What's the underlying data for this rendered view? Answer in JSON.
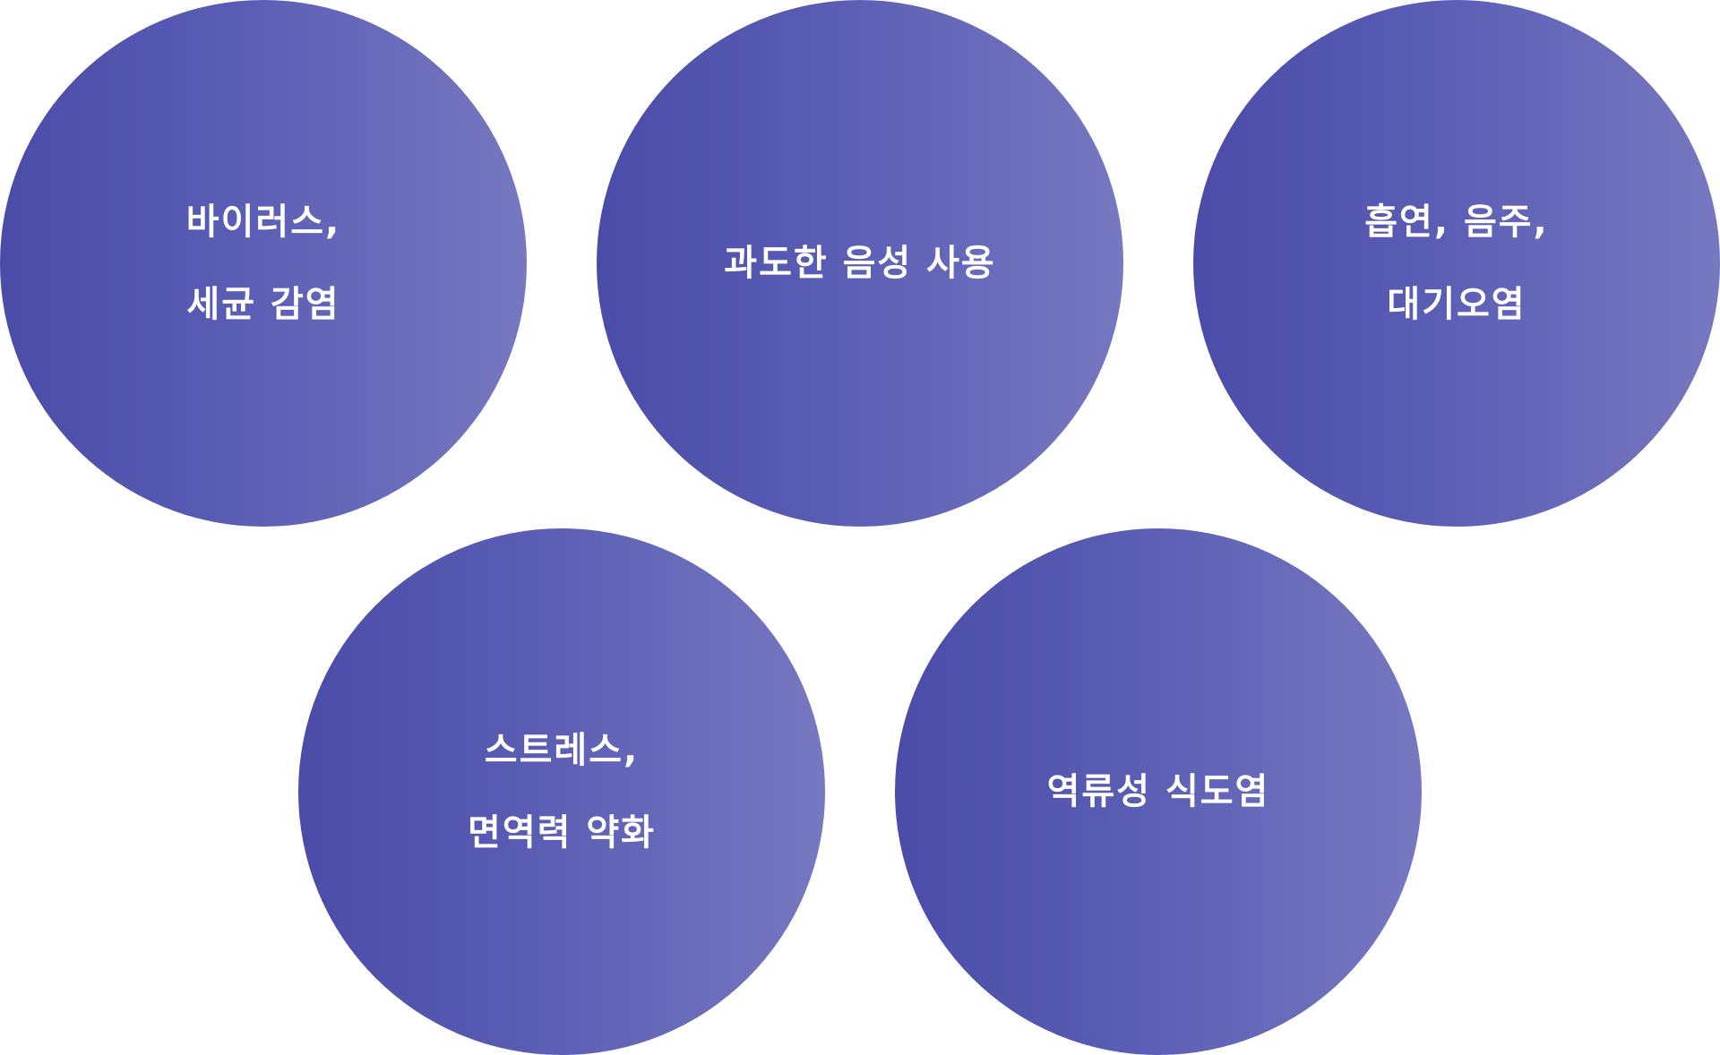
{
  "causes": [
    {
      "lines": [
        "바이러스,",
        "세균 감염"
      ]
    },
    {
      "lines": [
        "과도한 음성 사용"
      ]
    },
    {
      "lines": [
        "흡연, 음주,",
        "대기오염"
      ]
    },
    {
      "lines": [
        "스트레스,",
        "면역력 약화"
      ]
    },
    {
      "lines": [
        "역류성 식도염"
      ]
    }
  ],
  "colors": {
    "circle_gradient_start": "#4a4ca8",
    "circle_gradient_end": "#7678c0",
    "text": "#ffffff",
    "background": "#ffffff"
  }
}
